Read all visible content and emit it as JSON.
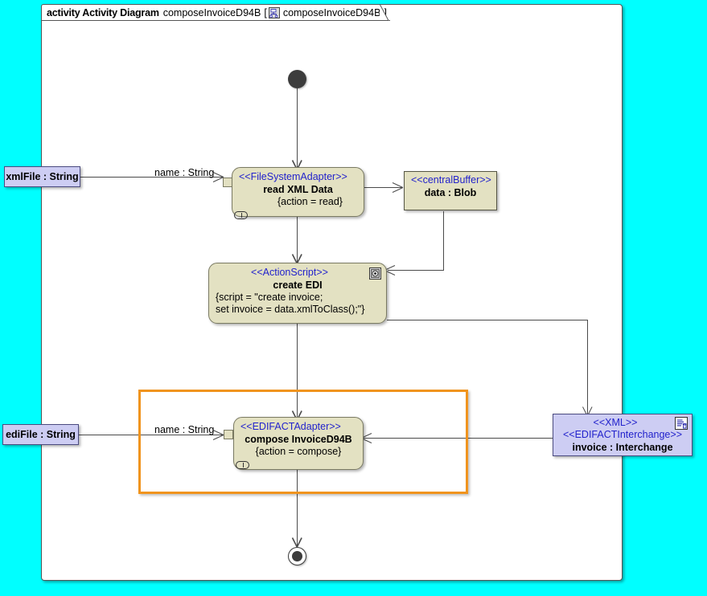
{
  "frame": {
    "keyword": "activity Activity Diagram",
    "name": "composeInvoiceD94B",
    "bracket_open": "[",
    "bracket_close": "]",
    "inner_name": "composeInvoiceD94B",
    "tab_icon": "activity-diagram-icon"
  },
  "colors": {
    "canvas_background": "#00FFFF",
    "frame_background": "#FFFFFF",
    "action_fill": "#E3E1C2",
    "action_border": "#7A7A62",
    "parameter_fill": "#CDCDF3",
    "parameter_border": "#4B4B80",
    "stereotype_text": "#2222CC",
    "edge": "#4A4A4A",
    "selection": "#F0941E"
  },
  "nodes": {
    "start": {
      "name": "initial-node"
    },
    "read_xml": {
      "stereotype": "<<FileSystemAdapter>>",
      "name": "read XML Data",
      "property": "{action = read}",
      "icon": "behavior-icon"
    },
    "central_buffer": {
      "stereotype": "<<centralBuffer>>",
      "name": "data : Blob"
    },
    "create_edi": {
      "stereotype": "<<ActionScript>>",
      "name": "create EDI",
      "property_line1": "{script = \"create invoice;",
      "property_line2": "set invoice = data.xmlToClass();\"}",
      "icon": "script-gear-icon"
    },
    "compose_invoice": {
      "stereotype": "<<EDIFACTAdapter>>",
      "name": "compose InvoiceD94B",
      "property": "{action = compose}",
      "icon": "behavior-icon"
    },
    "xml_interchange": {
      "stereotype1": "<<XML>>",
      "stereotype2": "<<EDIFACTInterchange>>",
      "name": "invoice : Interchange",
      "icon": "xml-document-icon"
    },
    "end": {
      "name": "final-node"
    }
  },
  "parameters": {
    "xml_file": "xmlFile : String",
    "edi_file": "ediFile : String"
  },
  "edge_labels": {
    "name_string_top": "name : String",
    "name_string_bottom": "name : String"
  },
  "selection": {
    "label": "selected-region"
  }
}
